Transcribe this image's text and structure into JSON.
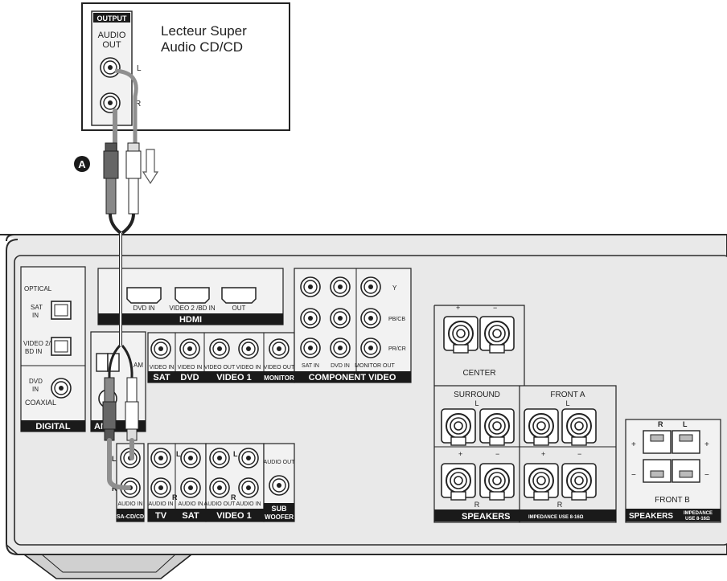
{
  "player": {
    "name_line1": "Lecteur Super",
    "name_line2": "Audio CD/CD",
    "output_badge": "OUTPUT",
    "audio_out_line1": "AUDIO",
    "audio_out_line2": "OUT",
    "left": "L",
    "right": "R"
  },
  "cable_marker": "A",
  "digital": {
    "optical": "OPTICAL",
    "sat_in_1": "SAT",
    "sat_in_2": "IN",
    "video2_1": "VIDEO 2/",
    "video2_2": "BD IN",
    "dvd_1": "DVD",
    "dvd_2": "IN",
    "coaxial": "COAXIAL",
    "title": "DIGITAL"
  },
  "hdmi": {
    "dvd_in": "DVD IN",
    "video2_bd_in": "VIDEO 2 /BD IN",
    "out": "OUT",
    "title": "HDMI"
  },
  "antenna": {
    "am": "AM",
    "title": "ANTENNA",
    "title_visible": "AN"
  },
  "video_row": {
    "video_in": "VIDEO IN",
    "video_out": "VIDEO OUT",
    "sat": "SAT",
    "dvd": "DVD",
    "video1": "VIDEO 1",
    "monitor": "MONITOR"
  },
  "component": {
    "y": "Y",
    "pb": "PB/CB",
    "pr": "PR/CR",
    "sat_in": "SAT IN",
    "dvd_in": "DVD IN",
    "monitor_out": "MONITOR OUT",
    "title": "COMPONENT VIDEO"
  },
  "audio_row": {
    "left": "L",
    "right": "R",
    "audio_in": "AUDIO IN",
    "audio_out": "AUDIO OUT",
    "sacd": "SA-CD/CD",
    "tv": "TV",
    "sat": "SAT",
    "video1": "VIDEO 1",
    "sub_line1": "SUB",
    "sub_line2": "WOOFER"
  },
  "speakers": {
    "plus": "+",
    "minus": "−",
    "center": "CENTER",
    "surround": "SURROUND",
    "front_a": "FRONT A",
    "left": "L",
    "right": "R",
    "title": "SPEAKERS",
    "impedance": "IMPEDANCE USE 8-16Ω"
  },
  "front_b": {
    "right": "R",
    "left": "L",
    "plus": "+",
    "minus": "−",
    "label": "FRONT B",
    "title": "SPEAKERS",
    "impedance_1": "IMPEDANCE",
    "impedance_2": "USE 8-16Ω"
  },
  "colors": {
    "panel": "#e9e9e9",
    "panel_edge": "#2b2b2b",
    "label_bar": "#1a1a1a",
    "cable": "#8f8f8f"
  }
}
